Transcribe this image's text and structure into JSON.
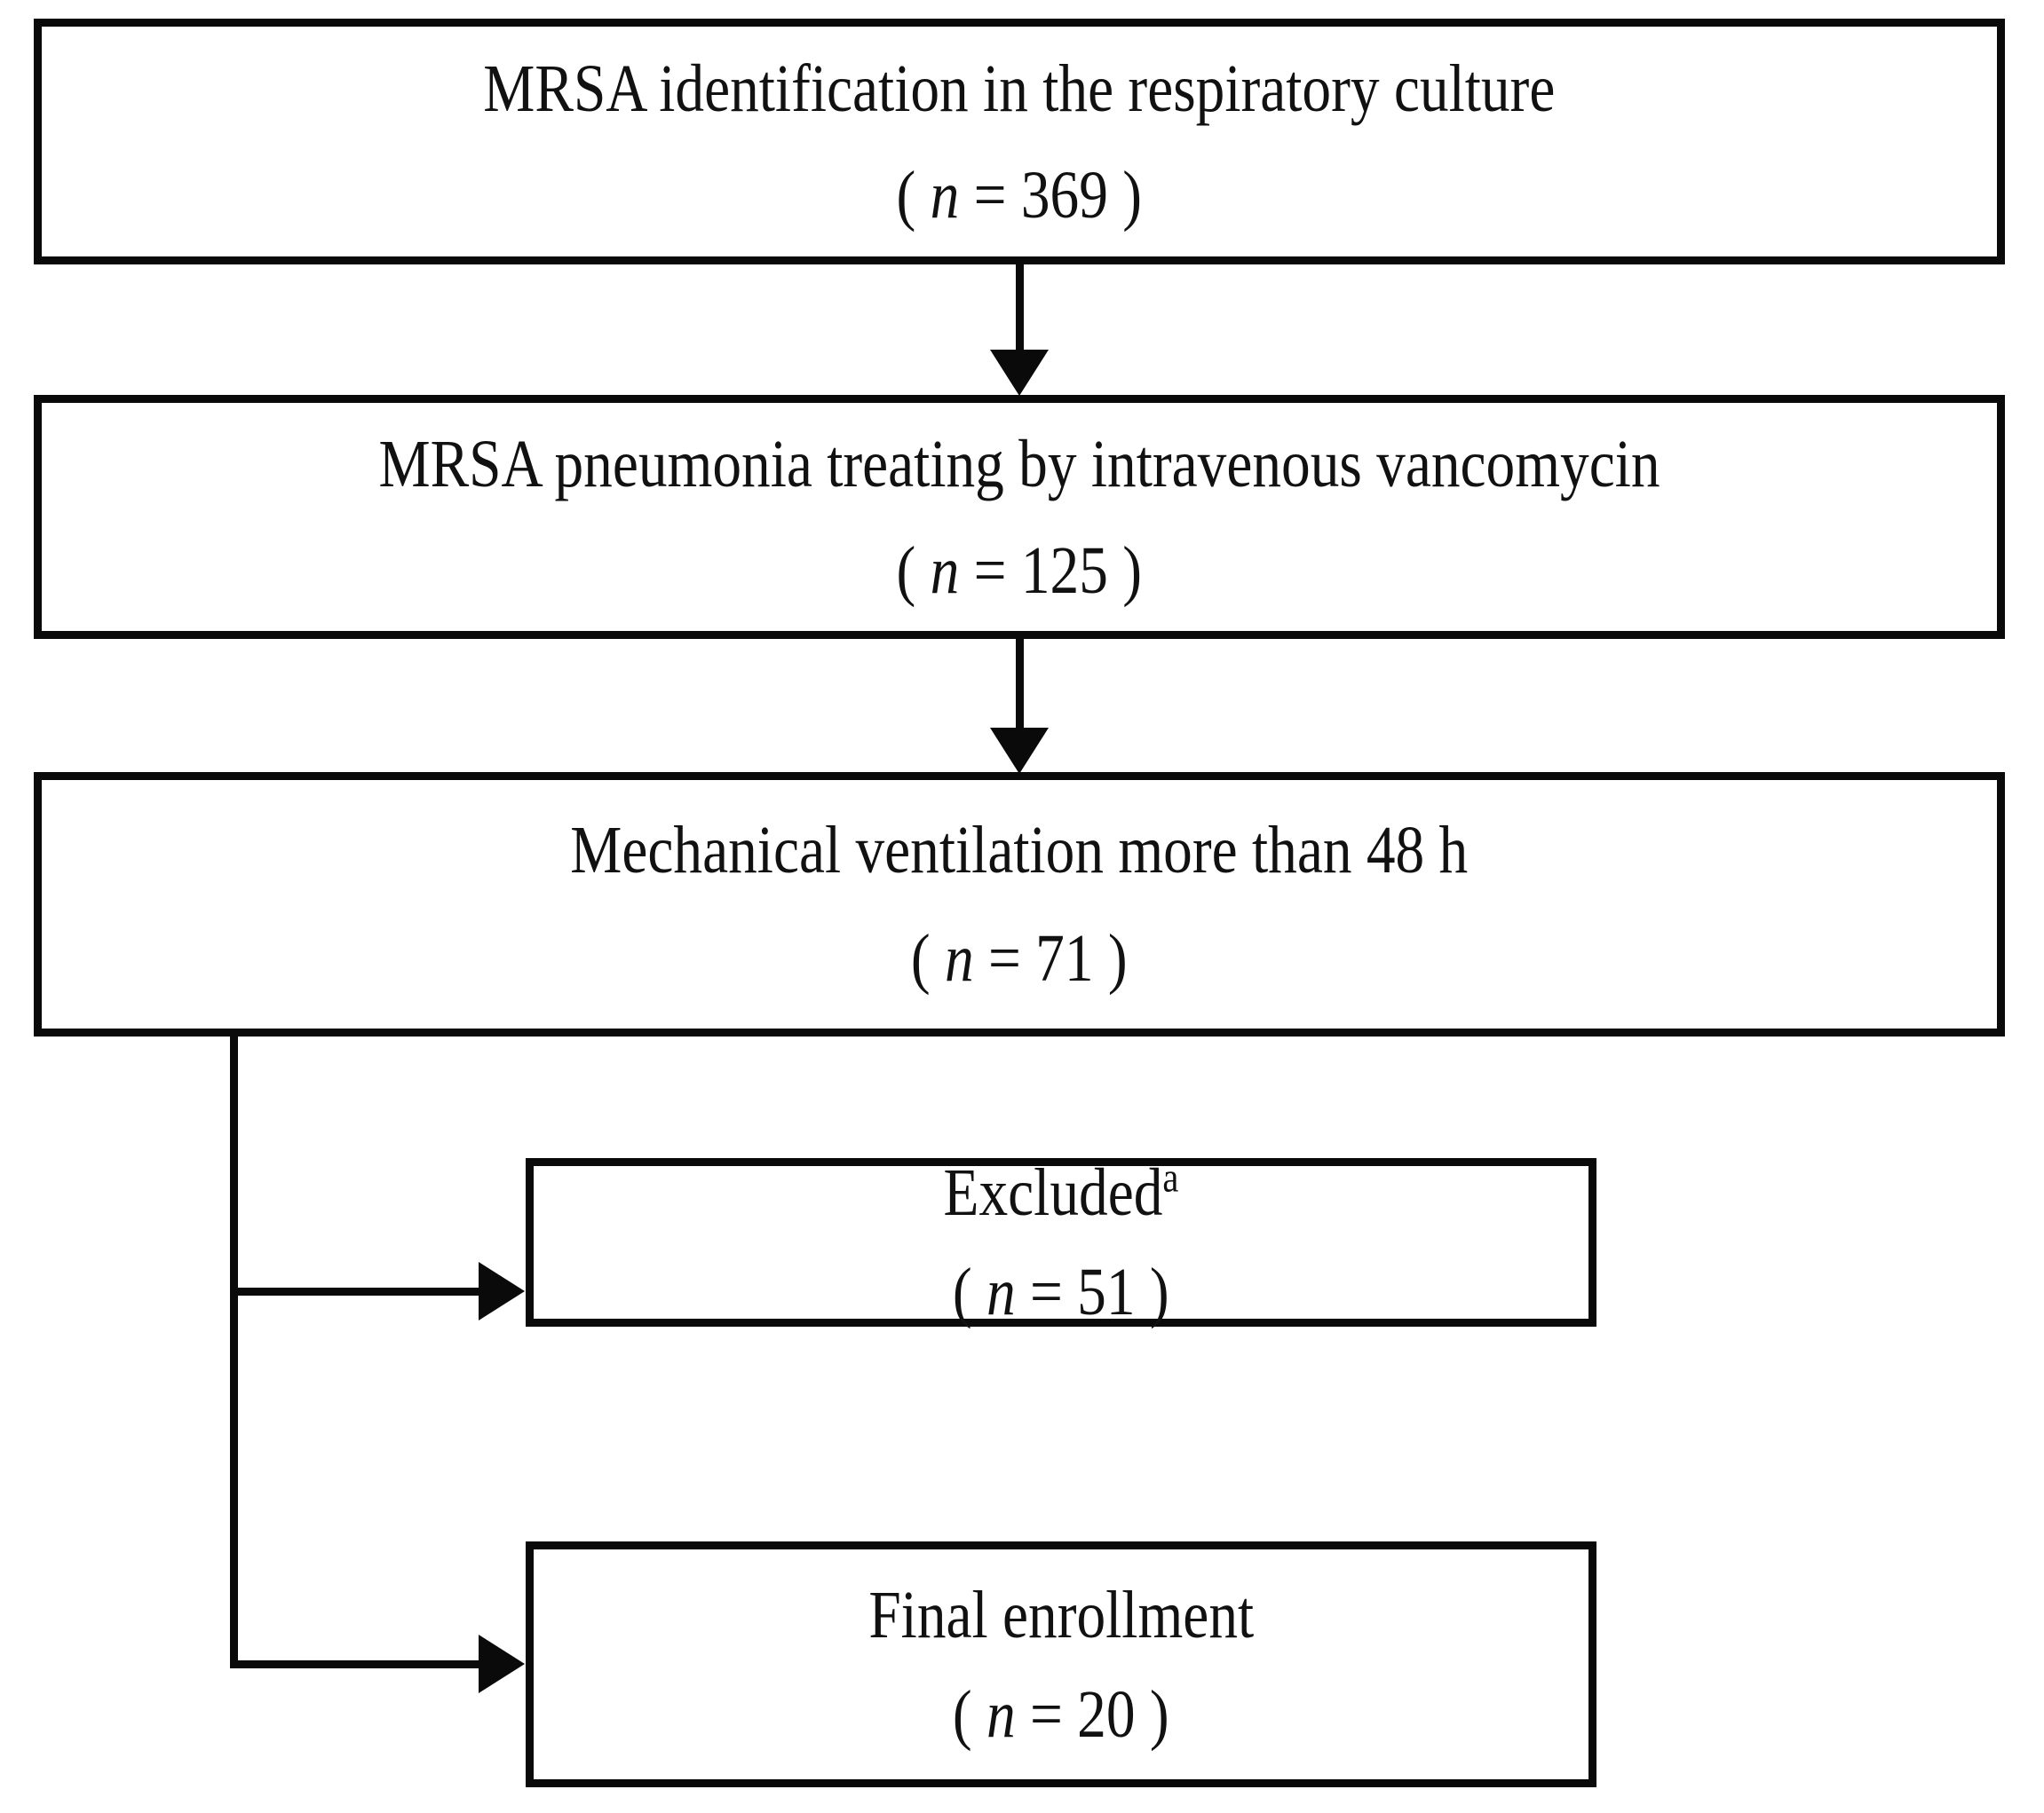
{
  "figure": {
    "type": "flowchart",
    "orientation": "vertical-with-side-branches",
    "background_color": "#ffffff",
    "line_color": "#0a0a0a"
  },
  "nodes": {
    "n1": {
      "title": "MRSA identification in the respiratory culture",
      "count_open": "( ",
      "count_var": "n",
      "count_eq": " = ",
      "count_value": "369",
      "count_close": " )"
    },
    "n2": {
      "title": "MRSA pneumonia treating by intravenous vancomycin",
      "count_open": "( ",
      "count_var": "n",
      "count_eq": " = ",
      "count_value": "125",
      "count_close": " )"
    },
    "n3": {
      "title": "Mechanical ventilation more than 48 h",
      "count_open": "( ",
      "count_var": "n",
      "count_eq": " = ",
      "count_value": "71",
      "count_close": " )"
    },
    "n4": {
      "title": "Excluded",
      "title_superscript": "a",
      "count_open": "( ",
      "count_var": "n",
      "count_eq": " = ",
      "count_value": "51",
      "count_close": " )"
    },
    "n5": {
      "title": "Final enrollment",
      "count_open": "( ",
      "count_var": "n",
      "count_eq": " = ",
      "count_value": "20",
      "count_close": " )"
    }
  },
  "edges": [
    {
      "id": "e1",
      "from": "n1",
      "to": "n2",
      "kind": "arrow-down"
    },
    {
      "id": "e2",
      "from": "n2",
      "to": "n3",
      "kind": "arrow-down"
    },
    {
      "id": "e3",
      "from": "n3",
      "to": "n4",
      "kind": "elbow-arrow-right"
    },
    {
      "id": "e4",
      "from": "n3",
      "to": "n5",
      "kind": "elbow-arrow-right"
    }
  ]
}
